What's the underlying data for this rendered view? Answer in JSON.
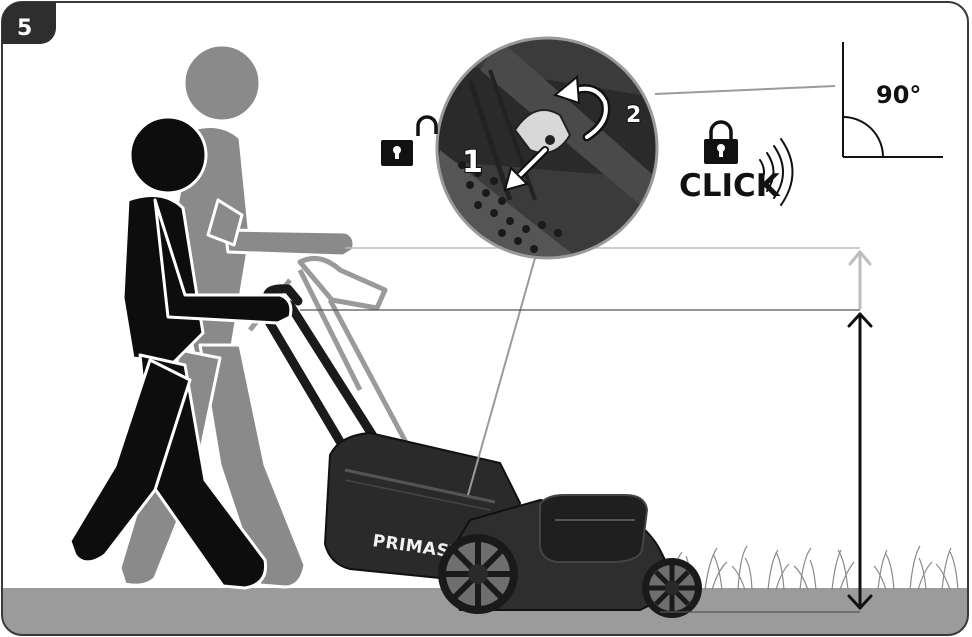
{
  "step_number": "5",
  "angle_label": "90°",
  "click_label": "CLICK",
  "detail_step_1": "1",
  "detail_step_2": "2",
  "brand_text": "PRIMASTER",
  "colors": {
    "frame": "#3a3a3a",
    "badge": "#2e2e2e",
    "figure_front": "#0d0d0d",
    "figure_back": "#8a8a8a",
    "ground": "#9b9b9b",
    "mower_body": "#2a2a2a"
  },
  "icons": [
    "unlocked-padlock-icon",
    "locked-padlock-icon",
    "click-sound-waves-icon",
    "double-arrow-icon",
    "rotate-arrow-icon"
  ]
}
